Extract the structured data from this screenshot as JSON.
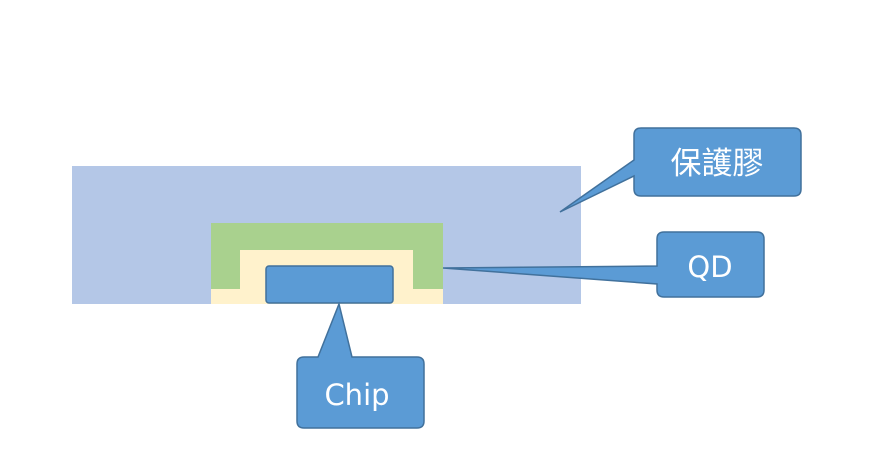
{
  "diagram": {
    "title": "",
    "colors": {
      "encapsulant": "#b4c7e7",
      "qd_layer": "#a9d18e",
      "qd_inner": "#fff2cc",
      "chip": "#5b9bd5",
      "callout": "#5b9bd5",
      "callout_border": "#41719c"
    },
    "callouts": [
      {
        "id": "encapsulant",
        "label": "保護膠",
        "target": "encapsulant-layer"
      },
      {
        "id": "qd",
        "label": "QD",
        "target": "qd-layer"
      },
      {
        "id": "chip",
        "label": "Chip",
        "target": "chip"
      }
    ]
  }
}
